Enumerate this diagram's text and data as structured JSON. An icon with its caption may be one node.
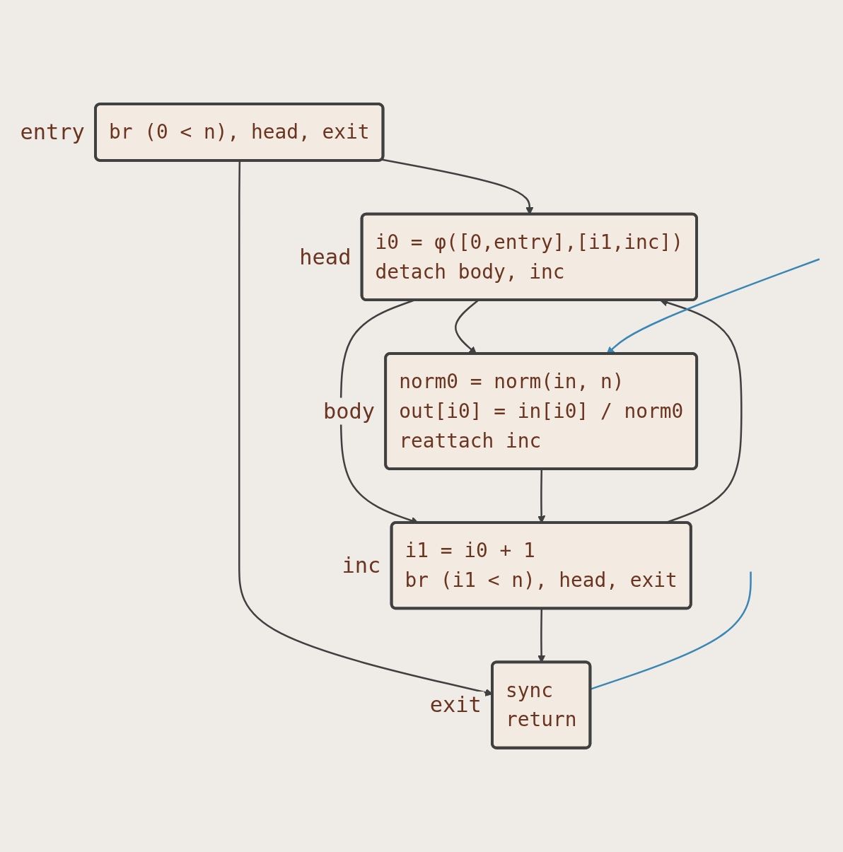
{
  "diagram": {
    "nodes": [
      {
        "text": [
          "br (0 < n), head, exit"
        ],
        "beside": [
          "entry"
        ]
      },
      {
        "text": [
          "i0 = φ([0,entry],[i1,inc])",
          "detach body, inc"
        ],
        "beside": [
          "head"
        ]
      },
      {
        "text": [
          "norm0 = norm(in, n)",
          "out[i0] = in[i0] / norm0",
          "reattach inc"
        ],
        "beside": [
          "body"
        ]
      },
      {
        "text": [
          "i1 = i0 + 1",
          "br (i1 < n), head, exit"
        ],
        "beside": [
          "inc"
        ]
      },
      {
        "text": [
          "sync",
          "return"
        ],
        "beside": [
          "exit"
        ]
      }
    ],
    "edges": [
      {
        "from": 0,
        "to": 1,
        "arrow": "to"
      },
      {
        "from": 0,
        "to": 4,
        "arrow": "to"
      },
      {
        "from": 1,
        "to": 2,
        "arrow": "to"
      },
      {
        "from": 1,
        "to": 3,
        "arrow": "to"
      },
      {
        "from": 2,
        "to": 3,
        "arrow": "to"
      },
      {
        "from": 3,
        "to": 1,
        "arrow": "to"
      },
      {
        "from": 3,
        "to": 4,
        "arrow": "to"
      },
      {
        "from": null,
        "to": 2,
        "arrow": "to",
        "color": "#3a86b4"
      },
      {
        "from": null,
        "to": 4,
        "arrow": "none",
        "color": "#3a86b4"
      }
    ]
  }
}
